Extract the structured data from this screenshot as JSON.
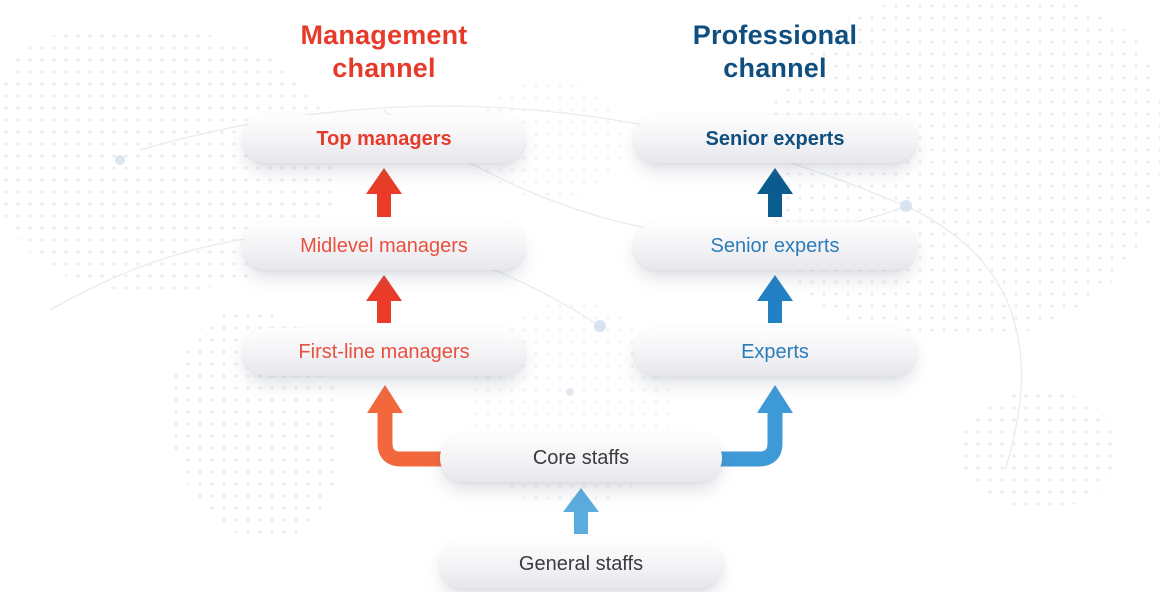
{
  "management_channel": {
    "title": "Management channel",
    "levels": [
      {
        "label": "Top managers"
      },
      {
        "label": "Midlevel managers"
      },
      {
        "label": "First-line managers"
      }
    ]
  },
  "professional_channel": {
    "title": "Professional channel",
    "levels": [
      {
        "label": "Senior experts"
      },
      {
        "label": "Senior experts"
      },
      {
        "label": "Experts"
      }
    ]
  },
  "staff_levels": {
    "core": {
      "label": "Core staffs"
    },
    "general": {
      "label": "General staffs"
    }
  },
  "colors": {
    "management_title": "#e63b2a",
    "management_text": "#e8503f",
    "professional_title": "#0f4f80",
    "professional_text": "#2b7cb9",
    "neutral_text": "#3b3b3d",
    "arrow_red": "#ea3b28",
    "arrow_orange": "#f2683c",
    "arrow_navy": "#0a5b8e",
    "arrow_blue": "#2180c3",
    "arrow_light_blue": "#3e9ad7",
    "arrow_pale_blue": "#5cacdf"
  }
}
